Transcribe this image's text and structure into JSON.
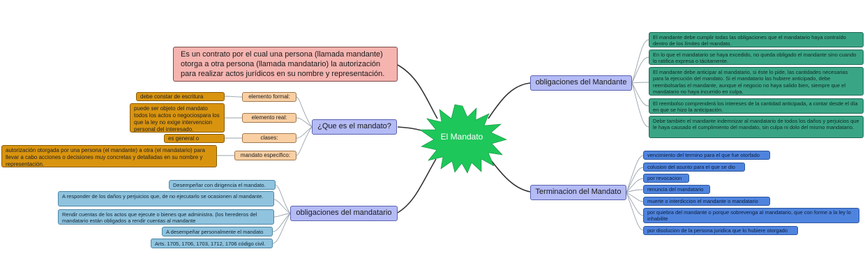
{
  "center": {
    "label": "El Mandato"
  },
  "definition": {
    "text": "Es un contrato por el cual una persona (llamada mandante) otorga a otra persona (llamada mandatario) la autorización para realizar actos jurídicos en su nombre y representación."
  },
  "que_es": {
    "label": "¿Que es el mandato?",
    "elements": [
      {
        "label": "elemento formal:",
        "detail": "debe constar de escritura publica"
      },
      {
        "label": "elemento real:",
        "detail": "puede ser objeto del mandato todos los actos o negociospara los que la ley no exige intervencion personal del interesado."
      },
      {
        "label": "clases:",
        "detail": "es general o especial"
      },
      {
        "label": "mandato especifico:",
        "detail": "autorización otorgada por una persona (el mandante) a otra (el mandatario) para llevar a cabo acciones o decisiones muy concretas y detalladas en su nombre y representación."
      }
    ]
  },
  "obligaciones_mandatario": {
    "label": "obligaciones del mandatario",
    "items": [
      "Desempeñar con dirigencia el mandato.",
      "A responder de los daños y perjuicios que, de no ejecutarlo se ocasionen al mandante.",
      "Rendir cuentas de los actos que ejecute o bienes que administra. (los herederos del mandatario están obligados a rendir cuentas al mandante",
      "A desempeñar personalmente el mandato",
      "Arts. 1705, 1706, 1703, 1712, 1706 código civil."
    ]
  },
  "obligaciones_mandante": {
    "label": "obligaciones del Mandante",
    "items": [
      "El mandante debe cumplir todas las obligaciones que el mandatario haya contraído dentro de los límites del mandato.",
      "En lo que el mandatario se haya excedido, no queda obligado el mandante sino cuando lo ratifica expresa o tácitamente.",
      "El mandante debe anticipar al mandatario, si éste lo pide, las cantidades necesarias para la ejecución del mandato. Si el mandatario las hubiere anticipado, debe reembolsarlas el mandante, aunque el negocio no haya salido bien, siempre que el mandatario no haya incurrido en culpa.",
      "El reembolso comprenderá los intereses de la cantidad anticipada, a contar desde el día en que se hizo la anticipación.",
      "Debe también el mandante indemnizar al mandatario de todos los daños y perjuicios que le haya causado el cumplimiento del mandato, sin culpa ni dolo del mismo mandatario."
    ]
  },
  "terminacion": {
    "label": "Terminacion del Mandato",
    "items": [
      "vencimiento del termino para el que fue otorfado",
      "colusion del asunto para el que se dio",
      "por revocacion",
      "renuncia del mandatario",
      "muerte o interdiccion el mandante o mandatario",
      "por quiebra del mandante o porque sobrevenga al mandatario, que con forme a la ley lo inhabilite",
      "por disolucion de la persona juridica que lo hubiere otorgado"
    ]
  },
  "colors": {
    "center": "#1ec75a",
    "branch": "#b4bbf5",
    "definition": "#f5b4b0",
    "peach": "#f9cfa3",
    "orange": "#d9940f",
    "teal": "#3aa585",
    "blue": "#4f84de",
    "light_blue": "#8fc3de",
    "link": "#333333",
    "sublink": "#9aa3ad"
  }
}
